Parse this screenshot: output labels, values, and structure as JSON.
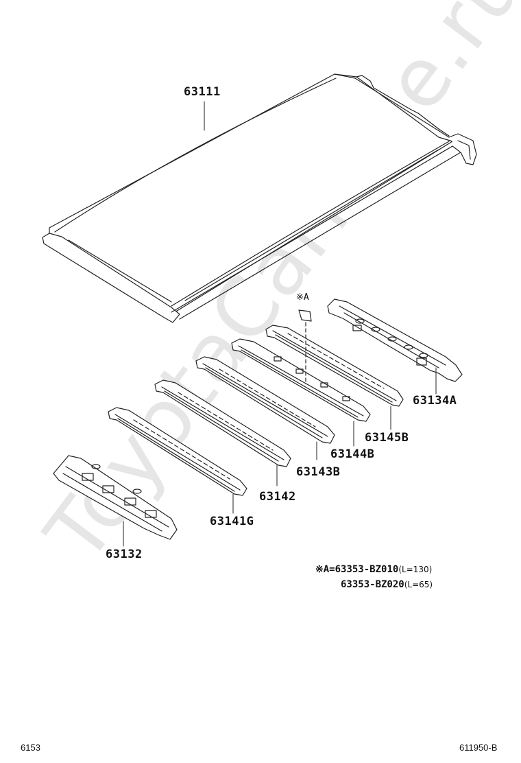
{
  "parts": {
    "roof_panel": "63111",
    "header_panel_rear": "63134A",
    "bow_1": "63145B",
    "bow_2": "63144B",
    "bow_3": "63143B",
    "bow_4": "63142",
    "bow_5": "63141G",
    "header_panel_front": "63132"
  },
  "marker": "※A",
  "note": {
    "prefix": "※A=",
    "line1_part": "63353-BZ010",
    "line1_qual": "(L=130)",
    "line2_part": "63353-BZ020",
    "line2_qual": "(L=65)"
  },
  "footer": {
    "left": "6153",
    "right": "611950-B"
  },
  "watermark": "ToyotaCarMine.ru"
}
